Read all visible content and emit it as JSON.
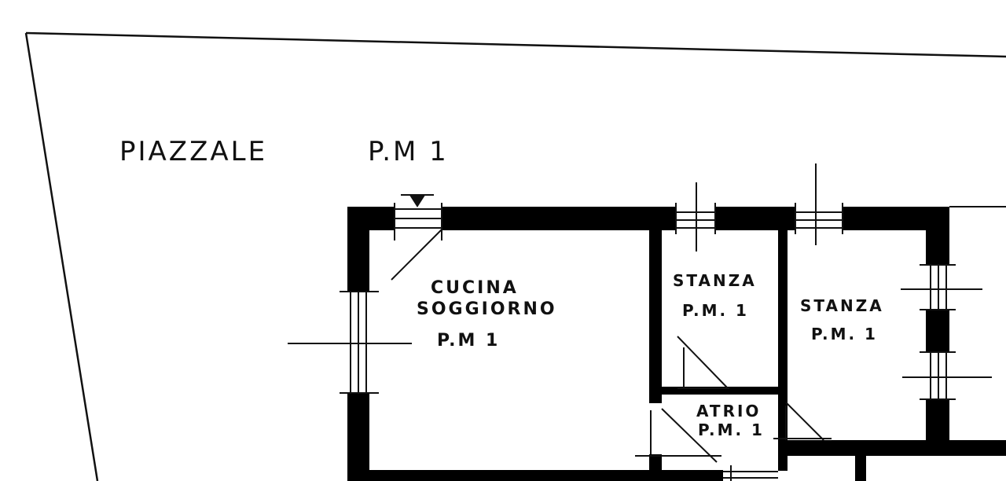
{
  "plan": {
    "outdoor_label": "PIAZZALE",
    "outdoor_code": "P.M 1",
    "rooms": [
      {
        "id": "kitchen",
        "line1": "CUCINA",
        "line2": "SOGGIORNO",
        "code": "P.M 1"
      },
      {
        "id": "room-a",
        "line1": "STANZA",
        "code": "P.M. 1"
      },
      {
        "id": "room-b",
        "line1": "STANZA",
        "code": "P.M. 1"
      },
      {
        "id": "atrium",
        "line1": "ATRIO",
        "code": "P.M. 1"
      }
    ],
    "colors": {
      "wall": "#000000",
      "line": "#111111",
      "background": "#ffffff"
    }
  }
}
